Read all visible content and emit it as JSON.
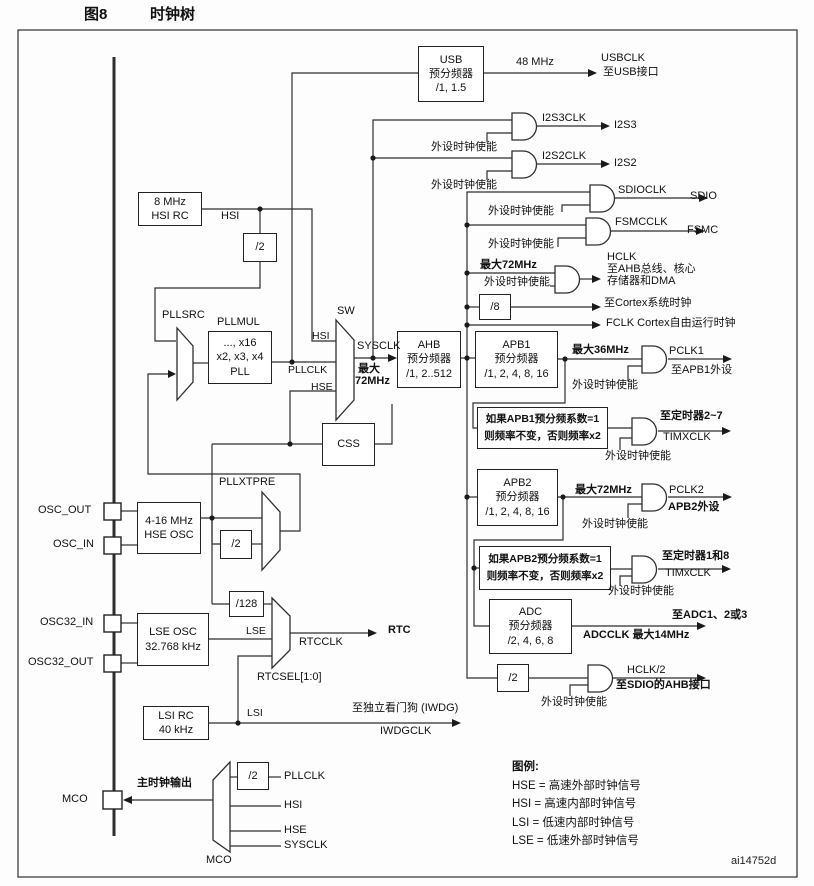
{
  "title": {
    "figure_no": "图8",
    "figure_title": "时钟树"
  },
  "watermark": "ai14752d",
  "colors": {
    "line": "#3a3a3a",
    "text": "#111111",
    "bg": "#ffffff"
  },
  "pins": {
    "osc_out": "OSC_OUT",
    "osc_in": "OSC_IN",
    "osc32_in": "OSC32_IN",
    "osc32_out": "OSC32_OUT",
    "mco": "MCO"
  },
  "blocks": {
    "usb_presc": {
      "l1": "USB",
      "l2": "预分频器",
      "l3": "/1, 1.5"
    },
    "hsi_rc": {
      "l1": "8 MHz",
      "l2": "HSI RC"
    },
    "div2_hsi": "/2",
    "pll": {
      "l1": "..., x16",
      "l2": "x2, x3, x4",
      "l3": "PLL"
    },
    "css": "CSS",
    "ahb_presc": {
      "l1": "AHB",
      "l2": "预分频器",
      "l3": "/1, 2..512"
    },
    "div8": "/8",
    "apb1_presc": {
      "l1": "APB1",
      "l2": "预分频器",
      "l3": "/1, 2, 4, 8, 16"
    },
    "apb1_note": {
      "l1": "如果APB1预分频系数=1",
      "l2": "则频率不变，否则频率x2"
    },
    "apb2_presc": {
      "l1": "APB2",
      "l2": "预分频器",
      "l3": "/1, 2, 4, 8, 16"
    },
    "apb2_note": {
      "l1": "如果APB2预分频系数=1",
      "l2": "则频率不变，否则频率x2"
    },
    "adc_presc": {
      "l1": "ADC",
      "l2": "预分频器",
      "l3": "/2, 4, 6, 8"
    },
    "div2_hclk": "/2",
    "hse_osc": {
      "l1": "4-16 MHz",
      "l2": "HSE OSC"
    },
    "div2_hse": "/2",
    "div128": "/128",
    "lse_osc": {
      "l1": "LSE OSC",
      "l2": "32.768 kHz"
    },
    "lsi_rc": {
      "l1": "LSI RC",
      "l2": "40 kHz"
    },
    "div2_mco": "/2"
  },
  "muxes": {
    "pllsrc": "PLLSRC",
    "pllmul": "PLLMUL",
    "sw": "SW",
    "pllxtpre": "PLLXTPRE",
    "rtcsel": "RTCSEL[1:0]",
    "mco": "MCO"
  },
  "signals": {
    "hsi": "HSI",
    "hse": "HSE",
    "lse": "LSE",
    "lsi": "LSI",
    "pllclk": "PLLCLK",
    "sysclk": "SYSCLK",
    "rtcclk": "RTCCLK",
    "usbclk": "USBCLK",
    "i2s3clk": "I2S3CLK",
    "i2s2clk": "I2S2CLK",
    "sdioclk": "SDIOCLK",
    "fsmcclk": "FSMCCLK",
    "hclk": "HCLK",
    "pclk1": "PCLK1",
    "pclk2": "PCLK2",
    "timxclk_u": "TIMXCLK",
    "timxclk_l": "TIMxCLK",
    "hclk2": "HCLK/2",
    "iwdgclk": "IWDGCLK",
    "mhz48": "48 MHz"
  },
  "enable_label": "外设时钟使能",
  "annotations": {
    "max72": "最大72MHz",
    "max36": "最大36MHz",
    "max72_2": "最大72MHz",
    "sysclk_max_1": "最大",
    "sysclk_max_2": "72MHz",
    "to_usb": "至USB接口",
    "i2s3": "I2S3",
    "i2s2": "I2S2",
    "sdio": "SDIO",
    "fsmc": "FSMC",
    "hclk_dest_1": "HCLK",
    "hclk_dest_2": "至AHB总线、核心",
    "hclk_dest_3": "存储器和DMA",
    "to_cortex": "至Cortex系统时钟",
    "fclk": "FCLK Cortex自由运行时钟",
    "to_apb1": "至APB1外设",
    "to_tim27": "至定时器2~7",
    "to_apb2": "APB2外设",
    "to_tim18": "至定时器1和8",
    "to_adc": "至ADC1、2或3",
    "adcclk": "ADCCLK 最大14MHz",
    "to_sdio_ahb": "至SDIO的AHB接口",
    "rtc": "RTC",
    "to_iwdg": "至独立看门狗  (IWDG)",
    "mco_out": "主时钟输出"
  },
  "legend": {
    "title": "图例:",
    "items": [
      "HSE =  高速外部时钟信号",
      "HSI =  高速内部时钟信号",
      "LSI =  低速内部时钟信号",
      "LSE =  低速外部时钟信号"
    ]
  }
}
